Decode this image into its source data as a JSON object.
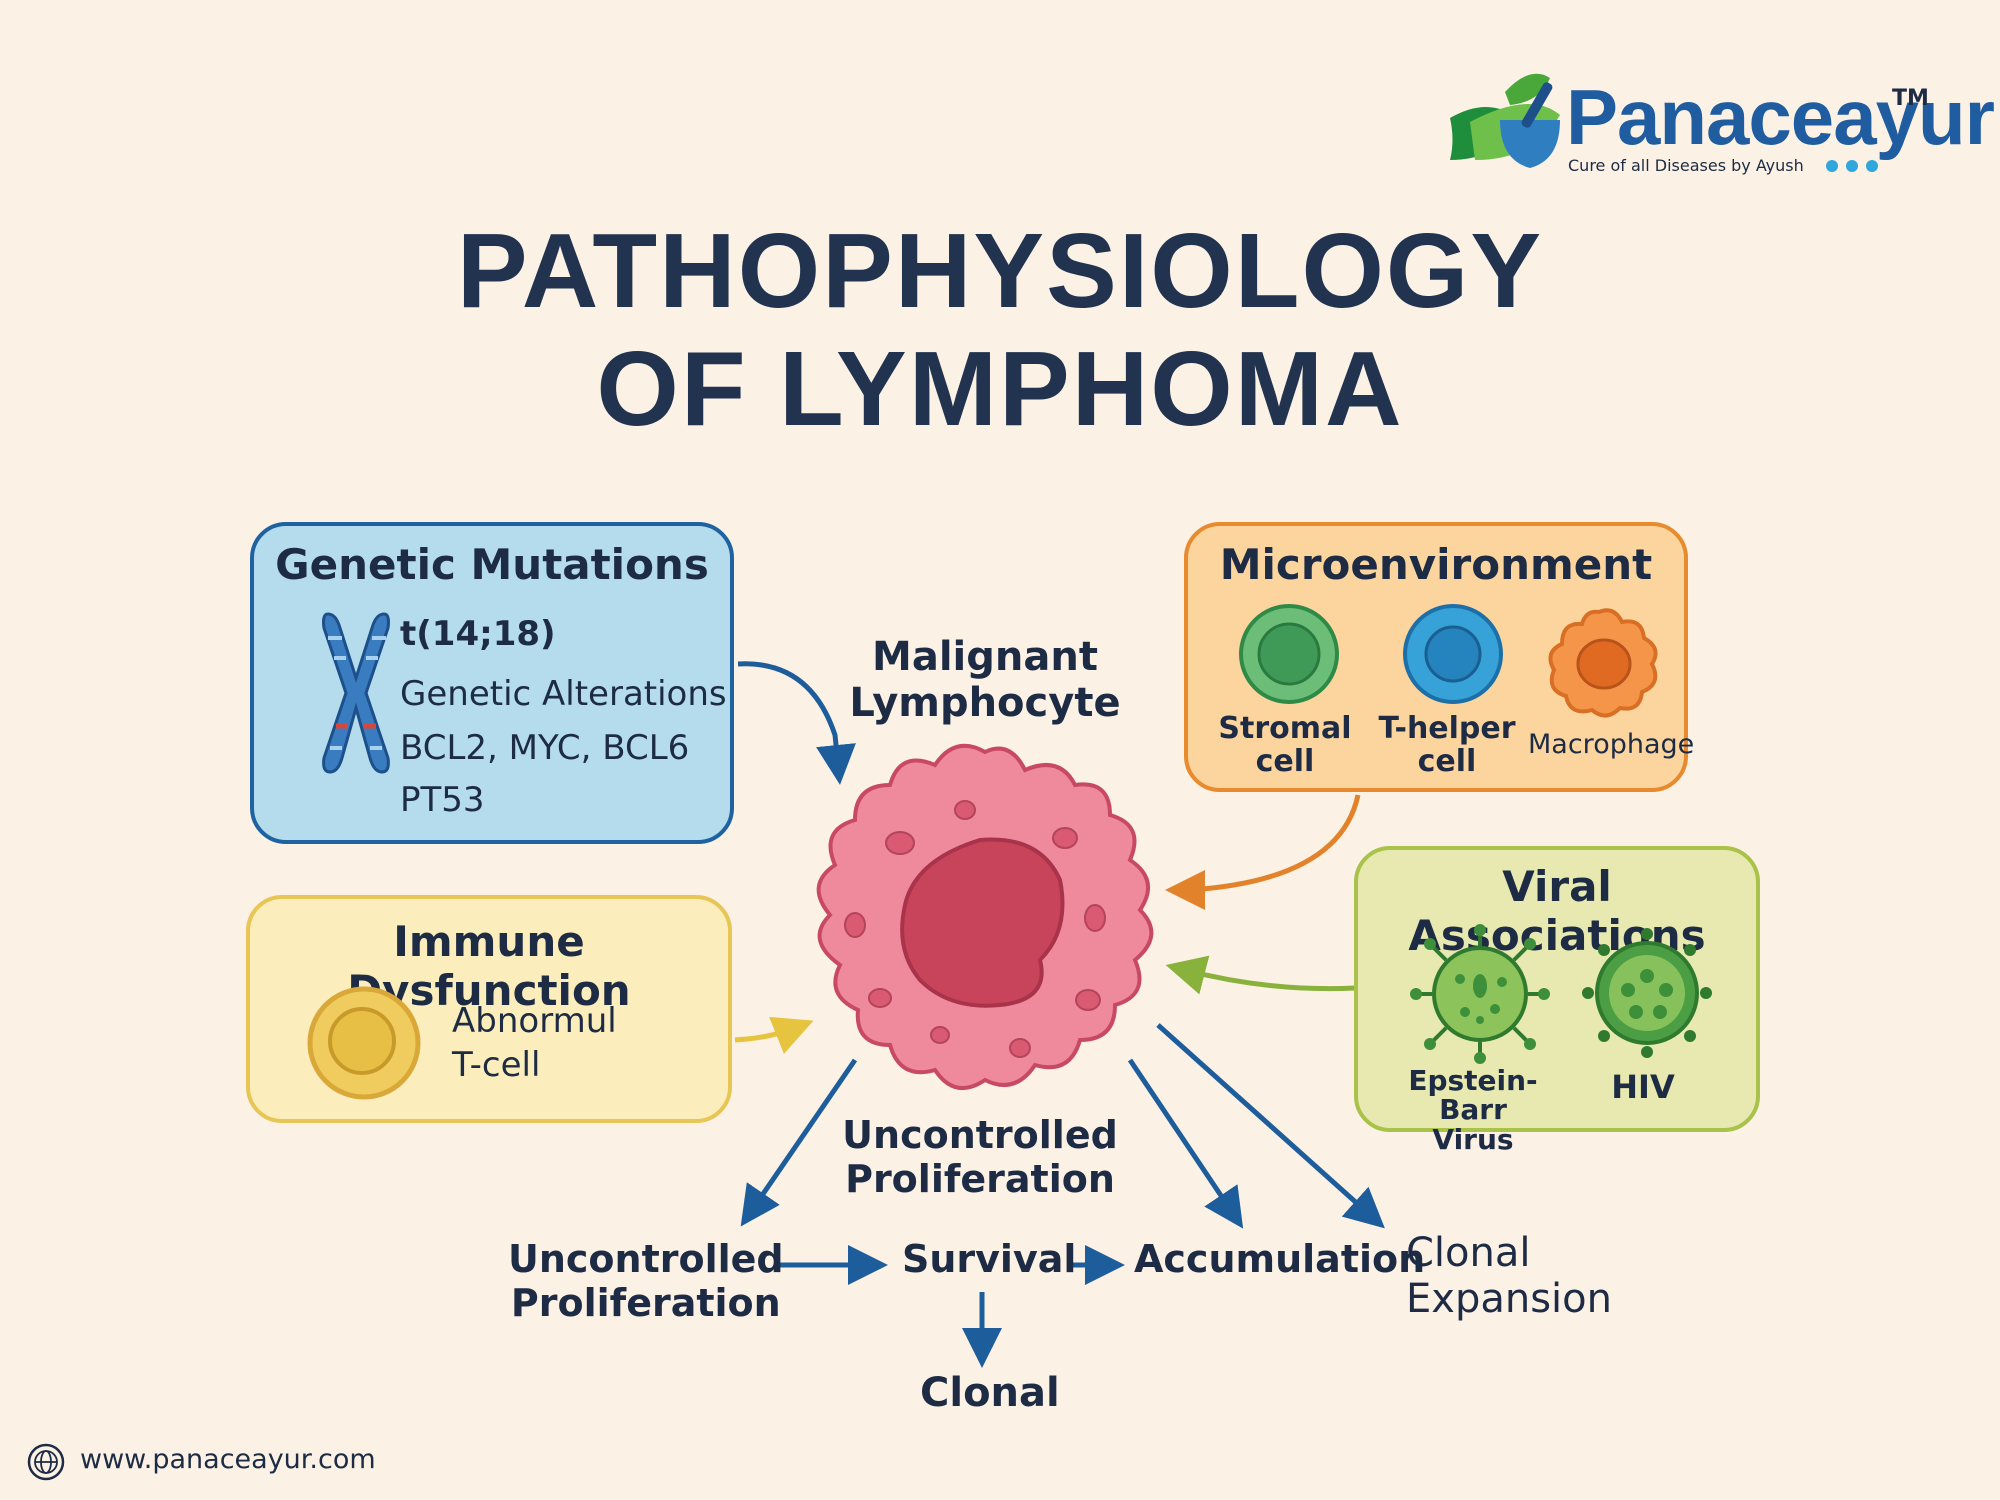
{
  "brand": {
    "name": "Panaceayur",
    "tm": "TM",
    "tagline": "Cure of all Diseases by Ayush",
    "website": "www.panaceayur.com"
  },
  "title": {
    "line1": "PATHOPHYSIOLOGY",
    "line2": "OF LYMPHOMA"
  },
  "genetic": {
    "title": "Genetic Mutations",
    "translocation": "t(14;18)",
    "alterations": "Genetic Alterations",
    "genes": "BCL2, MYC, BCL6",
    "gene2": "PT53"
  },
  "immune": {
    "title": "Immune Dysfunction",
    "cell_line1": "Abnormul",
    "cell_line2": "T-cell"
  },
  "center": {
    "line1": "Malignant",
    "line2": "Lymphocyte",
    "below_line1": "Uncontrolled",
    "below_line2": "Proliferation"
  },
  "micro": {
    "title": "Microenvironment",
    "stromal_1": "Stromal",
    "stromal_2": "cell",
    "thelper_1": "T-helper",
    "thelper_2": "cell",
    "macrophage": "Macrophage"
  },
  "viral": {
    "title": "Viral Associations",
    "ebv_1": "Epstein-Barr",
    "ebv_2": "Virus",
    "hiv": "HIV"
  },
  "flow": {
    "prolif_1": "Uncontrolled",
    "prolif_2": "Proliferation",
    "survival": "Survival",
    "accumulation": "Accumulation",
    "clonal_exp_1": "Clonal",
    "clonal_exp_2": "Expansion",
    "clonal": "Clonal"
  },
  "colors": {
    "genetic_fill": "#b4dcec",
    "genetic_border": "#1f62a0",
    "immune_fill": "#fbeebc",
    "immune_border": "#e8c655",
    "micro_fill": "#fcd59e",
    "micro_border": "#e88a2e",
    "viral_fill": "#e7e9b0",
    "viral_border": "#a8c24a",
    "arrow_blue": "#1d5d9b",
    "arrow_orange": "#e2832c",
    "arrow_green": "#88b23c",
    "arrow_yellow": "#e7c440",
    "cell_fill": "#ee8a9c",
    "cell_nucleus": "#c7445a"
  }
}
